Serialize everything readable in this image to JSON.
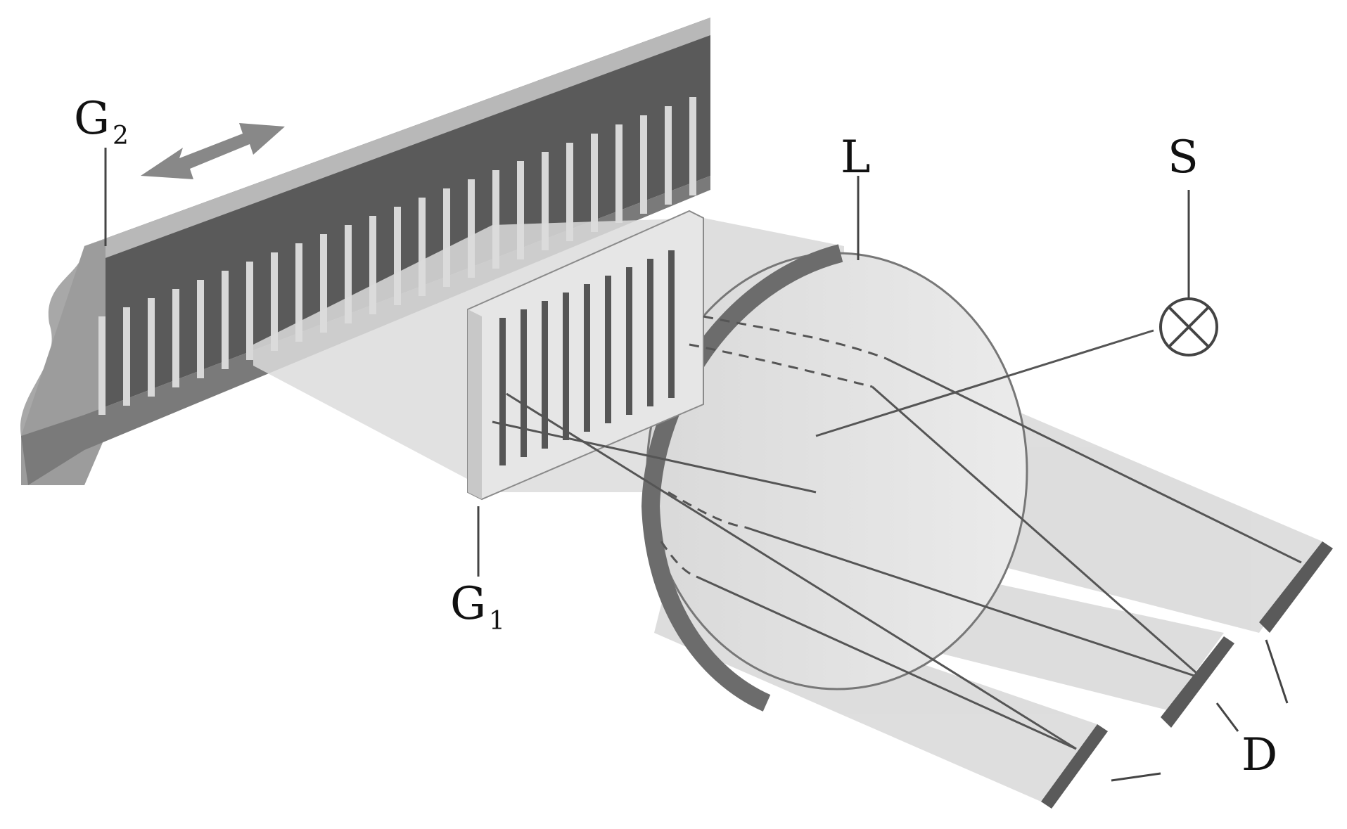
{
  "labels": {
    "g2": "G",
    "g2_sub": "2",
    "g1": "G",
    "g1_sub": "1",
    "lens": "L",
    "source": "S",
    "detector": "D"
  },
  "colors": {
    "grating_dark": "#4a4a4a",
    "grating_frame": "#9a9a9a",
    "beam": "#d4d4d4",
    "lens_edge": "#6c6c6c",
    "ray": "#555555"
  }
}
